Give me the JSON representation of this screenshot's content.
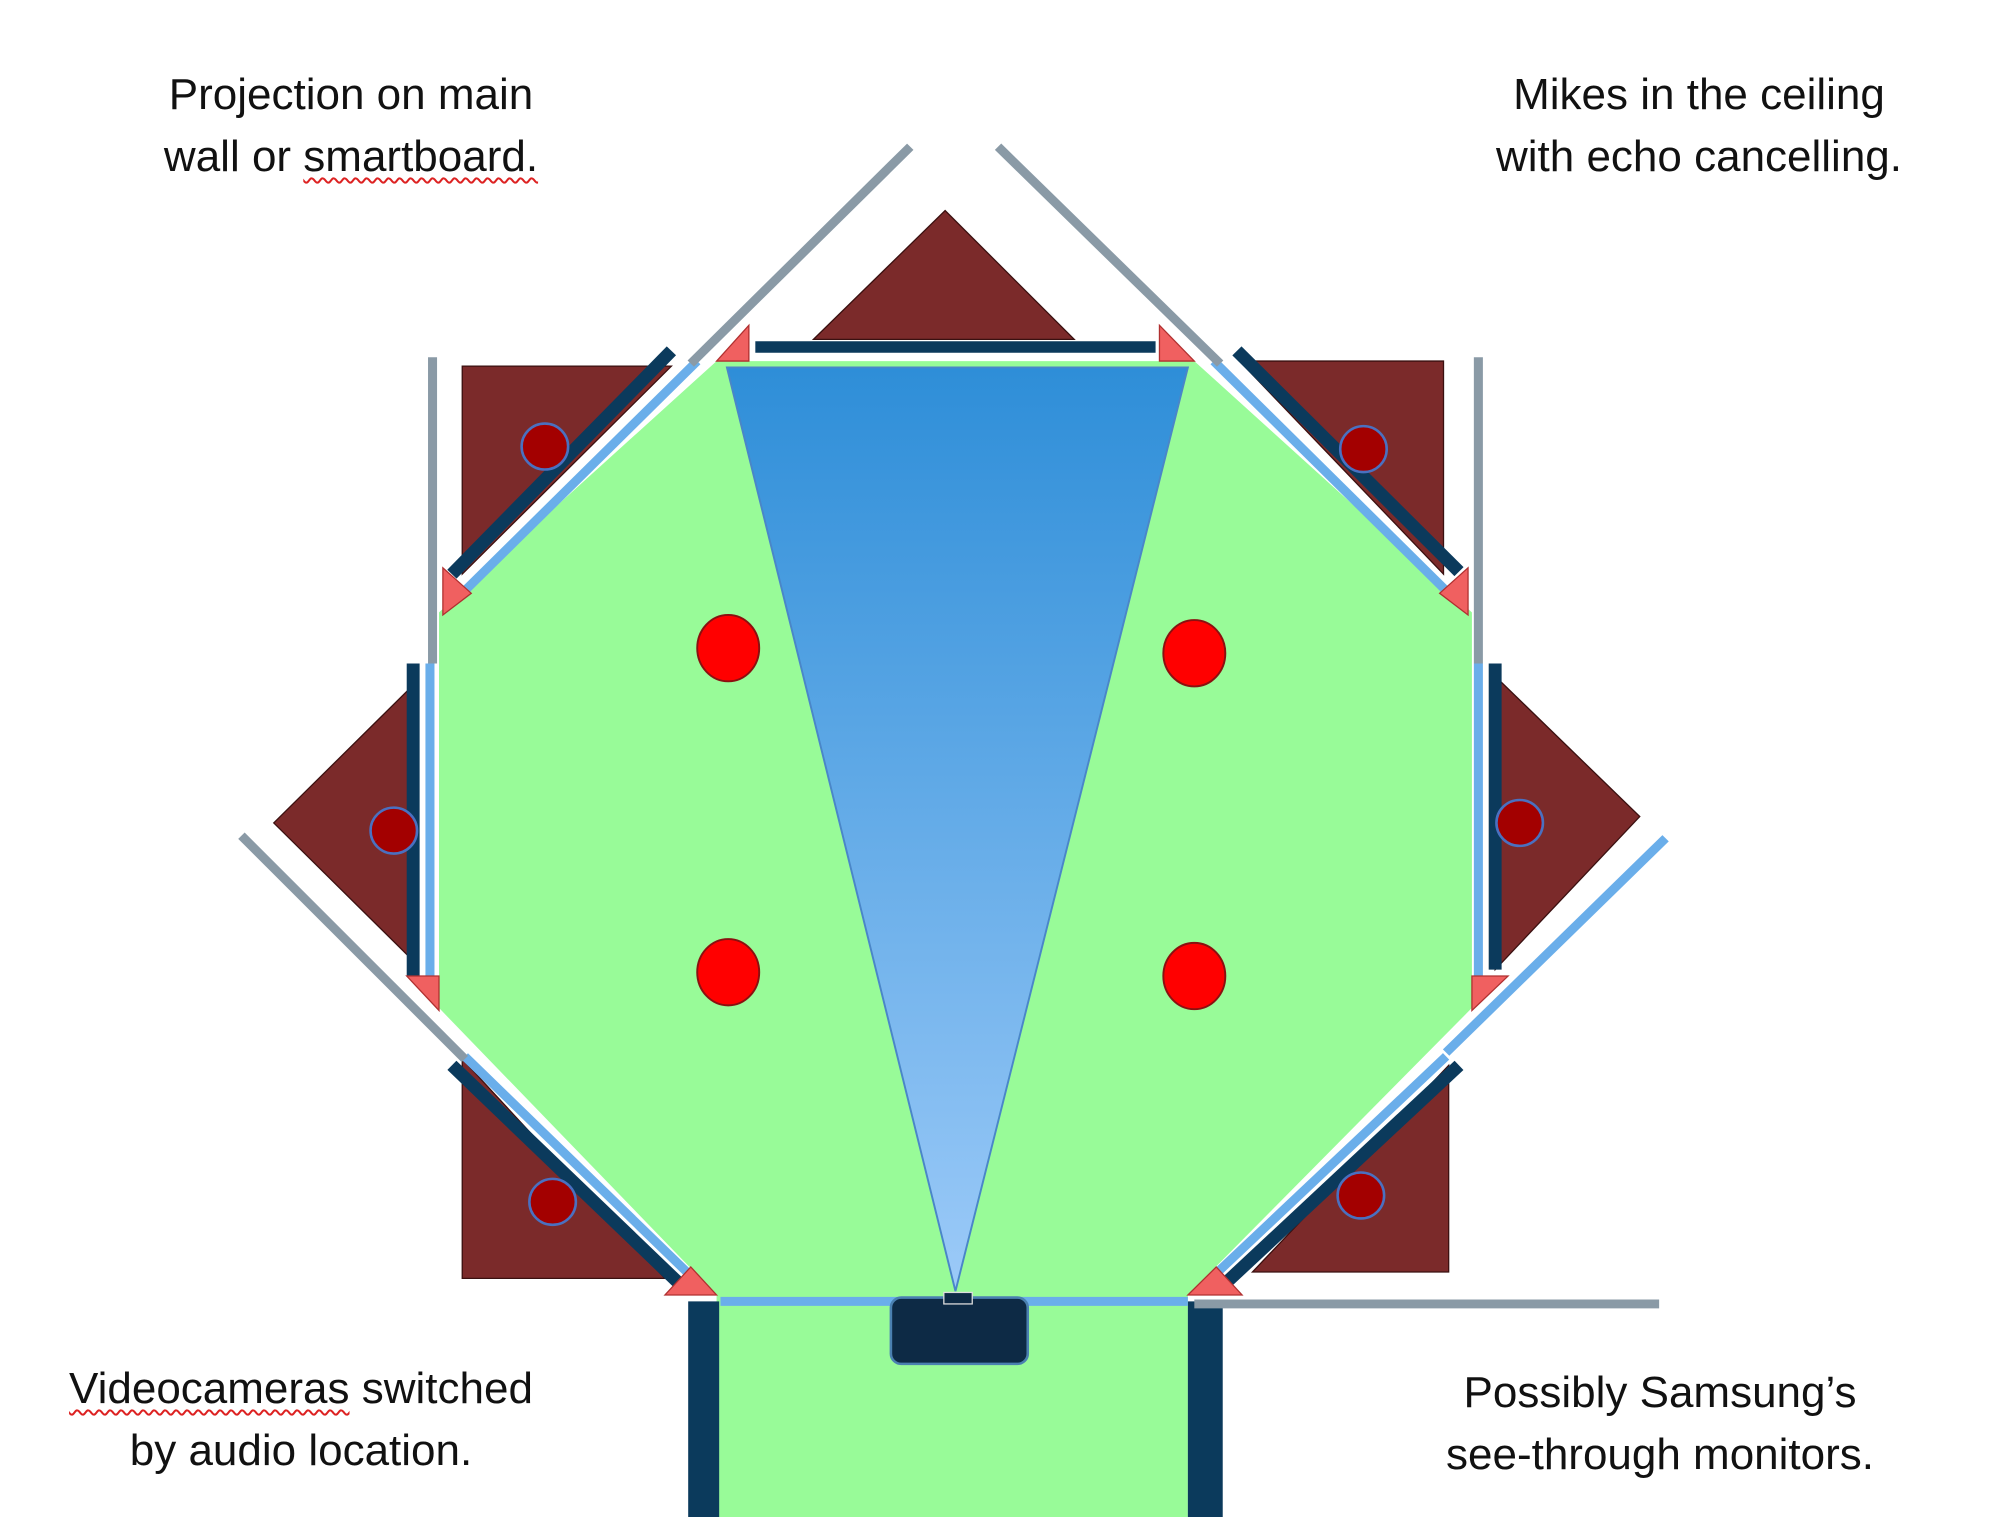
{
  "labels": {
    "projection": {
      "line1": "Projection on main",
      "line2_prefix": "wall or ",
      "line2_flagged": "smartboard."
    },
    "mikes": {
      "line1": "Mikes in the ceiling",
      "line2": "with echo cancelling."
    },
    "cameras": {
      "line1_flagged": "Videocameras",
      "line1_suffix": " switched",
      "line2": "by audio location."
    },
    "monitors": {
      "line1": "Possibly Samsung’s",
      "line2": "see-through monitors."
    }
  },
  "colors": {
    "floor": "#98fb98",
    "screen_top": "#2e8ed8",
    "screen_bottom": "#9ccaf8",
    "furniture": "#7b2a2a",
    "seat": "#a30000",
    "mic": "#ff0000",
    "wall_dark": "#0b3a5c",
    "wall_light": "#6aaeea",
    "wall_gray": "#8a9aa6",
    "camera": "#f06060"
  }
}
